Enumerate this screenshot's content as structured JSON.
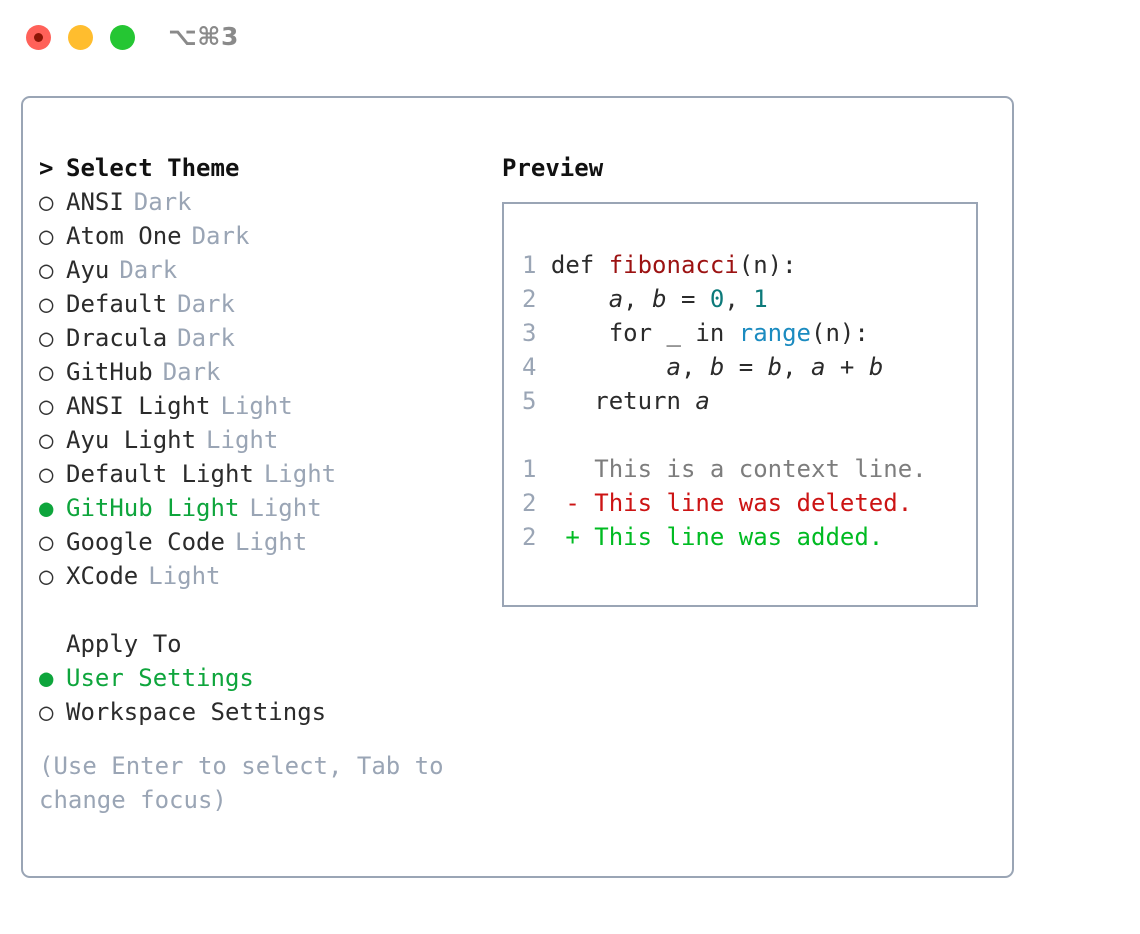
{
  "window": {
    "shortcut_label": "⌥⌘3",
    "traffic_lights": [
      "close",
      "minimize",
      "zoom"
    ]
  },
  "theme_panel": {
    "header": "Select Theme",
    "header_caret": ">",
    "marker_unselected": "○",
    "marker_selected": "●",
    "items": [
      {
        "name": "ANSI",
        "variant": "Dark",
        "selected": false
      },
      {
        "name": "Atom One",
        "variant": "Dark",
        "selected": false
      },
      {
        "name": "Ayu",
        "variant": "Dark",
        "selected": false
      },
      {
        "name": "Default",
        "variant": "Dark",
        "selected": false
      },
      {
        "name": "Dracula",
        "variant": "Dark",
        "selected": false
      },
      {
        "name": "GitHub",
        "variant": "Dark",
        "selected": false
      },
      {
        "name": "ANSI Light",
        "variant": "Light",
        "selected": false
      },
      {
        "name": "Ayu Light",
        "variant": "Light",
        "selected": false
      },
      {
        "name": "Default Light",
        "variant": "Light",
        "selected": false
      },
      {
        "name": "GitHub Light",
        "variant": "Light",
        "selected": true
      },
      {
        "name": "Google Code",
        "variant": "Light",
        "selected": false
      },
      {
        "name": "XCode",
        "variant": "Light",
        "selected": false
      }
    ]
  },
  "apply_to": {
    "header": "Apply To",
    "options": [
      {
        "label": "User Settings",
        "selected": true
      },
      {
        "label": "Workspace Settings",
        "selected": false
      }
    ]
  },
  "hint": {
    "line1": "(Use Enter to select, Tab to",
    "line2": "change focus)"
  },
  "preview": {
    "header": "Preview",
    "code_lines": [
      {
        "number": "1",
        "tokens": [
          {
            "text": "def ",
            "type": "kw"
          },
          {
            "text": "fibonacci",
            "type": "fn"
          },
          {
            "text": "(n):",
            "type": "plain"
          }
        ]
      },
      {
        "number": "2",
        "tokens": [
          {
            "text": "    ",
            "type": "plain"
          },
          {
            "text": "a",
            "type": "var"
          },
          {
            "text": ", ",
            "type": "plain"
          },
          {
            "text": "b",
            "type": "var"
          },
          {
            "text": " = ",
            "type": "plain"
          },
          {
            "text": "0",
            "type": "num"
          },
          {
            "text": ", ",
            "type": "plain"
          },
          {
            "text": "1",
            "type": "num"
          }
        ]
      },
      {
        "number": "3",
        "tokens": [
          {
            "text": "    for _ in ",
            "type": "plain"
          },
          {
            "text": "range",
            "type": "builtin"
          },
          {
            "text": "(n):",
            "type": "plain"
          }
        ]
      },
      {
        "number": "4",
        "tokens": [
          {
            "text": "        ",
            "type": "plain"
          },
          {
            "text": "a",
            "type": "var"
          },
          {
            "text": ", ",
            "type": "plain"
          },
          {
            "text": "b",
            "type": "var"
          },
          {
            "text": " = ",
            "type": "plain"
          },
          {
            "text": "b",
            "type": "var"
          },
          {
            "text": ", ",
            "type": "plain"
          },
          {
            "text": "a",
            "type": "var"
          },
          {
            "text": " + ",
            "type": "plain"
          },
          {
            "text": "b",
            "type": "var"
          }
        ]
      },
      {
        "number": "5",
        "tokens": [
          {
            "text": "   return ",
            "type": "plain"
          },
          {
            "text": "a",
            "type": "var"
          }
        ]
      }
    ],
    "diff_lines": [
      {
        "number": "1",
        "sign": " ",
        "text": "This is a context line.",
        "type": "context"
      },
      {
        "number": "2",
        "sign": "-",
        "text": "This line was deleted.",
        "type": "deleted"
      },
      {
        "number": "2",
        "sign": "+",
        "text": "This line was added.",
        "type": "added"
      }
    ]
  },
  "colors": {
    "accent_green": "#0ea53c",
    "muted_grey": "#9aa5b5",
    "border": "#9aa5b5",
    "diff_deleted": "#cc1414",
    "diff_added": "#00bb22",
    "code_function": "#9c1212",
    "code_number": "#0d7a7a",
    "code_builtin": "#1b8bc0"
  }
}
